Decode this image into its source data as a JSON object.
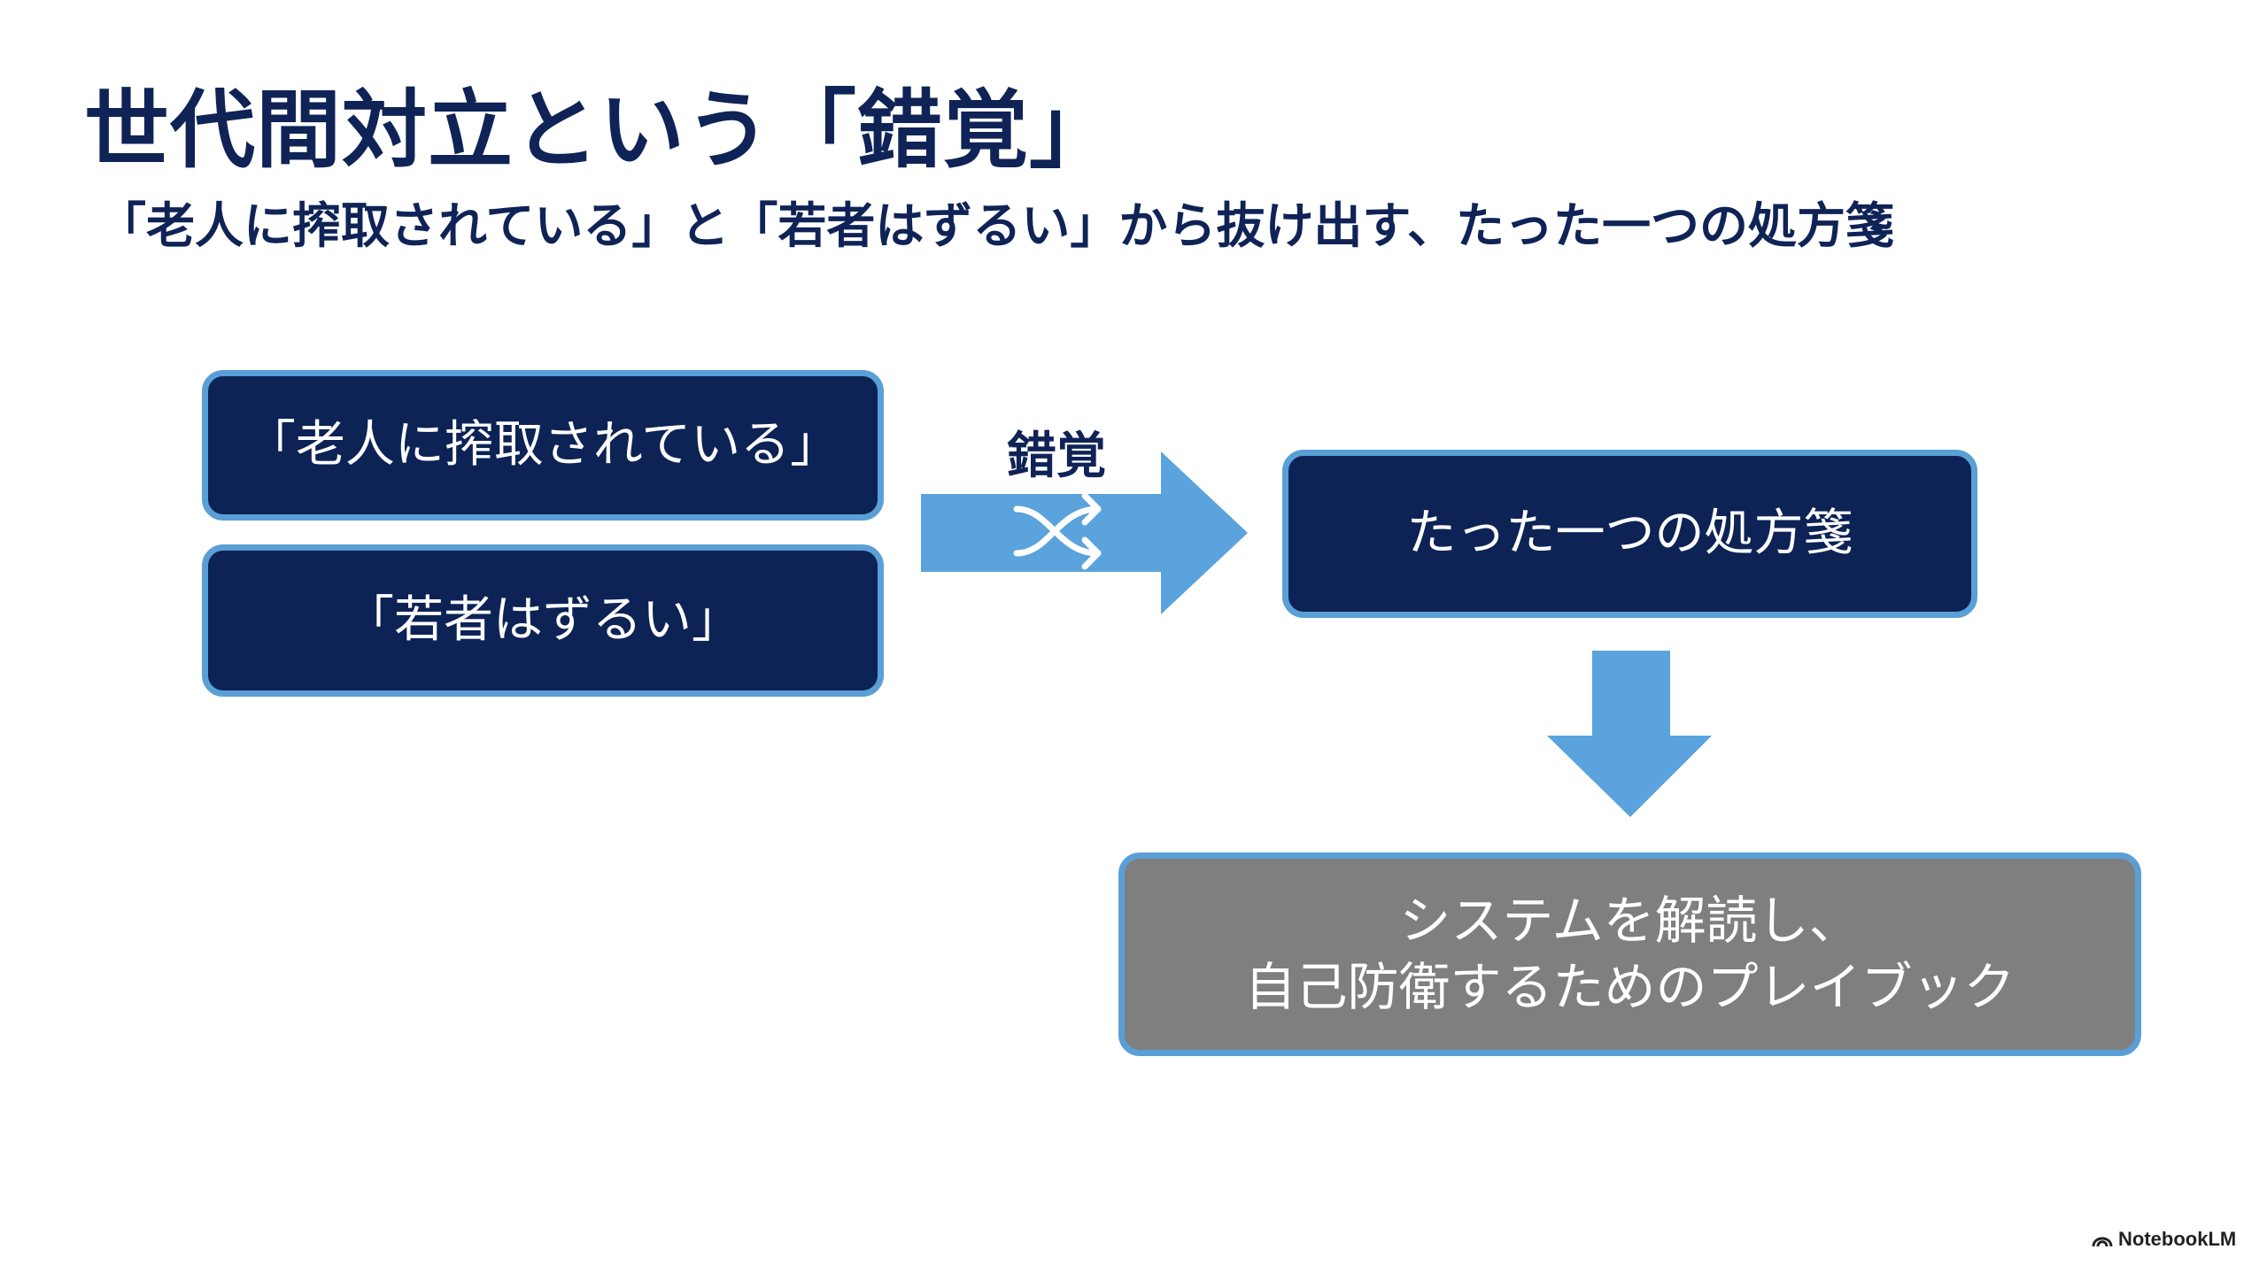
{
  "title": "世代間対立という「錯覚」",
  "subtitle": "「老人に搾取されている」と「若者はずるい」から抜け出す、たった一つの処方箋",
  "diagram": {
    "left_boxes": [
      "「老人に搾取されている」",
      "「若者はずるい」"
    ],
    "arrow_label": "錯覚",
    "arrow_icon": "shuffle-icon",
    "center_box": "たった一つの処方箋",
    "bottom_box_line1": "システムを解読し、",
    "bottom_box_line2": "自己防衛するためのプレイブック"
  },
  "footer": {
    "logo_text": "NotebookLM"
  },
  "colors": {
    "title": "#0f2357",
    "dark_box": "#0d2356",
    "gray_box": "#7f7f7f",
    "border": "#5a9fd6",
    "arrow": "#5aa3dc"
  }
}
